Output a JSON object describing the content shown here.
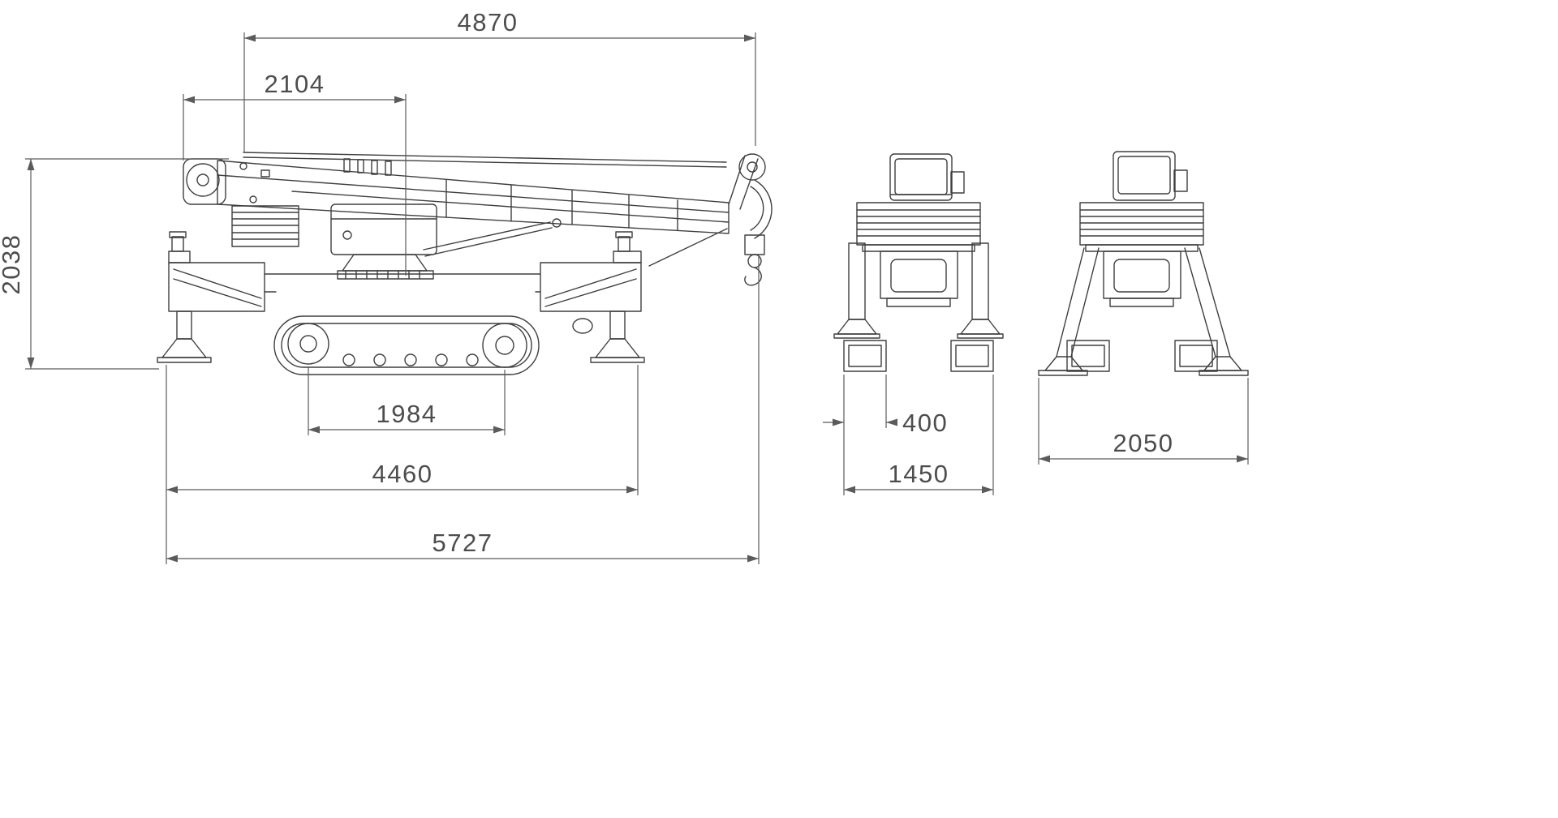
{
  "drawing": {
    "type": "technical-dimension-drawing",
    "subject": "crawler-spider-crane-three-views",
    "line_color": "#3f3f3f",
    "dim_color": "#5b5b5b",
    "text_color": "#4d4d4d",
    "background_color": "#ffffff",
    "dimensions": {
      "boom_overhang_length": "4870",
      "rear_to_slew_center": "2104",
      "overall_height": "2038",
      "track_wheel_distance": "1984",
      "outrigger_base_length": "4460",
      "overall_length": "5727",
      "track_shoe_width": "400",
      "overall_width": "1450",
      "outrigger_extended_width": "2050"
    }
  }
}
